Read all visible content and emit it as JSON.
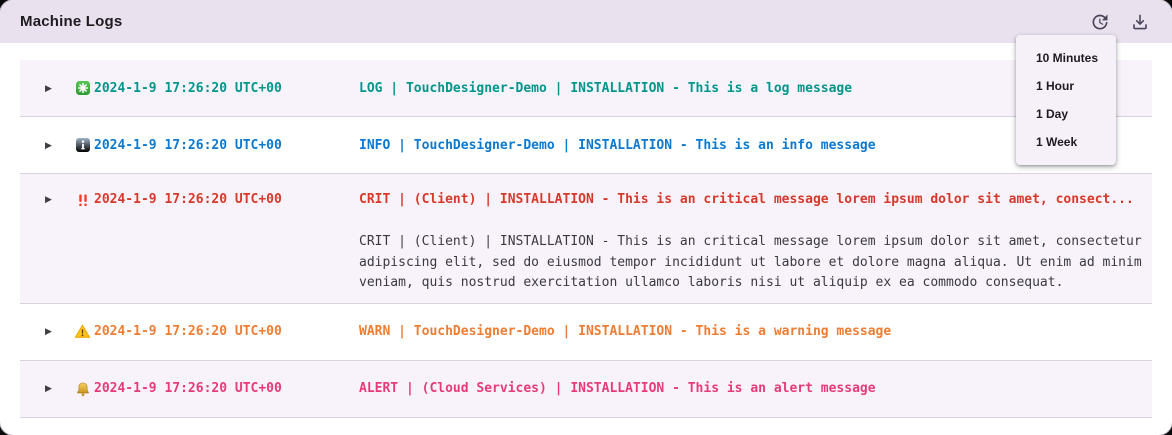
{
  "header": {
    "title": "Machine Logs",
    "refresh_history_icon": "history-refresh-clock",
    "download_icon": "download-tray"
  },
  "time_menu": {
    "items": [
      "10 Minutes",
      "1 Hour",
      "1 Day",
      "1 Week"
    ]
  },
  "colors": {
    "header_bg": "#e9e2ee",
    "row_shade_bg": "#f8f3fb",
    "separator": "#d9d1de",
    "log": "#00968b",
    "info": "#0b79d0",
    "crit": "#d8382a",
    "warn": "#ee7d33",
    "alert": "#e73a79",
    "details_text": "#3b3940"
  },
  "logs": [
    {
      "level": "LOG",
      "icon": "log-asterisk-icon",
      "color": "#00968b",
      "timestamp": "2024-1-9 17:26:20 UTC+00",
      "message": "LOG | TouchDesigner-Demo | INSTALLATION - This is a log message"
    },
    {
      "level": "INFO",
      "icon": "info-square-icon",
      "color": "#0b79d0",
      "timestamp": "2024-1-9 17:26:20 UTC+00",
      "message": "INFO | TouchDesigner-Demo | INSTALLATION - This is an info message"
    },
    {
      "level": "CRIT",
      "icon": "double-exclamation-icon",
      "color": "#d8382a",
      "timestamp": "2024-1-9 17:26:20 UTC+00",
      "message": "CRIT | (Client) | INSTALLATION - This is an critical message lorem ipsum dolor sit amet, consect...",
      "details": "CRIT | (Client) | INSTALLATION - This is an critical message lorem ipsum dolor sit amet, consectetur adipiscing elit, sed do eiusmod tempor incididunt ut labore et dolore magna aliqua. Ut enim ad minim veniam, quis nostrud exercitation ullamco laboris nisi ut aliquip ex ea commodo consequat."
    },
    {
      "level": "WARN",
      "icon": "warning-triangle-icon",
      "color": "#ee7d33",
      "timestamp": "2024-1-9 17:26:20 UTC+00",
      "message": "WARN | TouchDesigner-Demo | INSTALLATION - This is a warning message"
    },
    {
      "level": "ALERT",
      "icon": "bell-icon",
      "color": "#e73a79",
      "timestamp": "2024-1-9 17:26:20 UTC+00",
      "message": "ALERT | (Cloud Services) | INSTALLATION - This is an alert message"
    }
  ]
}
